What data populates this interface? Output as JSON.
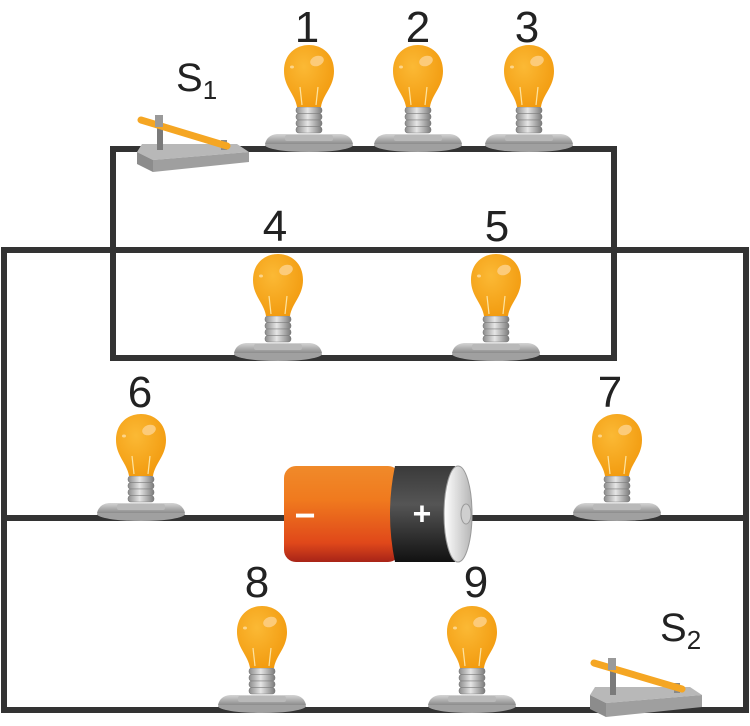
{
  "diagram": {
    "title": "Circuit with nine bulbs, two switches and a battery",
    "colors": {
      "wire": "#333333",
      "bulb_glass": "#F7A81B",
      "bulb_highlight": "#FBC76A",
      "battery_negative": "#E8591C",
      "battery_positive": "#222222",
      "switch_base": "#9A9A9A",
      "switch_lever": "#F5A623"
    },
    "bulbs": [
      {
        "id": "1",
        "label": "1",
        "branch": "top"
      },
      {
        "id": "2",
        "label": "2",
        "branch": "top"
      },
      {
        "id": "3",
        "label": "3",
        "branch": "top"
      },
      {
        "id": "4",
        "label": "4",
        "branch": "inner"
      },
      {
        "id": "5",
        "label": "5",
        "branch": "inner"
      },
      {
        "id": "6",
        "label": "6",
        "branch": "middle-left"
      },
      {
        "id": "7",
        "label": "7",
        "branch": "middle-right"
      },
      {
        "id": "8",
        "label": "8",
        "branch": "bottom"
      },
      {
        "id": "9",
        "label": "9",
        "branch": "bottom"
      }
    ],
    "switches": [
      {
        "id": "S1",
        "letter": "S",
        "subscript": "1",
        "state": "open"
      },
      {
        "id": "S2",
        "letter": "S",
        "subscript": "2",
        "state": "open"
      }
    ],
    "battery": {
      "negative_symbol": "−",
      "positive_symbol": "+"
    }
  }
}
